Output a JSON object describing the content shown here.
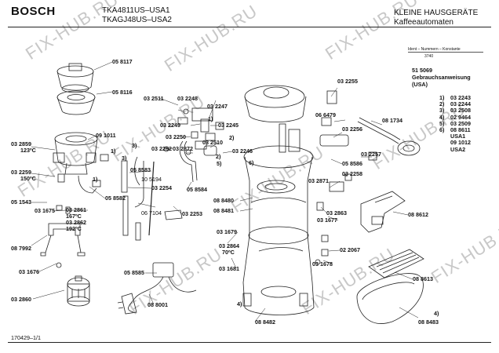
{
  "header": {
    "brand": "BOSCH",
    "model_1": "TKA4811US–USA1",
    "model_2": "TKAGJ48US–USA2",
    "category": "KLEINE HAUSGERÄTE",
    "subcategory": "Kaffeeautomaten",
    "ident_label": "Ident – Nummern – Konstante",
    "ident_value": "3740"
  },
  "manual": {
    "part_no": "51 5069",
    "title": "Gebrauchsanweisung",
    "region": "(USA)"
  },
  "variant_list": [
    {
      "ref": "1)",
      "code": "03 2243"
    },
    {
      "ref": "2)",
      "code": "03 2244"
    },
    {
      "ref": "3)",
      "code": "03 2508"
    },
    {
      "ref": "4)",
      "code": "02 9464"
    },
    {
      "ref": "5)",
      "code": "03 2509"
    },
    {
      "ref": "6)",
      "code": "08 8611"
    },
    {
      "ref": "",
      "code": "USA1"
    },
    {
      "ref": "",
      "code": "09 1012"
    },
    {
      "ref": "",
      "code": "USA2"
    }
  ],
  "parts": {
    "p058117": "05 8117",
    "p058116": "05 8116",
    "p091011": "09 1011",
    "p032859": "03 2859",
    "temp_123": "123ºC",
    "p032259": "03 2259",
    "temp_150": "150ºC",
    "p051543": "05 1543",
    "p031675": "03 1675",
    "p032861": "03 2861",
    "temp_167": "167ºC",
    "p032862": "03 2862",
    "temp_192": "192ºC",
    "p087992": "08 7992",
    "p031676": "03 1676",
    "p032860": "03 2860",
    "p058582": "05 8582",
    "p032511": "03 2511",
    "p032248": "03 2248",
    "p032247": "03 2247",
    "p032249": "03 2249",
    "p032245": "03 2245",
    "p032250": "03 2250",
    "p032252": "03 2252",
    "p032872": "03 2872",
    "p032510": "03 2510",
    "p032246": "03 2246",
    "p058583": "05 8583",
    "p105194": "10 5194",
    "p032254": "03 2254",
    "p058584": "05 8584",
    "p067104": "06 7104",
    "p032253": "03 2253",
    "p058585": "05 8585",
    "p088001": "08 8001",
    "p032255": "03 2255",
    "p066479": "06 6479",
    "p032256": "03 2256",
    "p081734": "08 1734",
    "p058586": "05 8586",
    "p032257": "03 2257",
    "p032258": "03 2258",
    "p032871": "03 2871",
    "p088480": "08 8480",
    "p088481": "08 8481",
    "p032863": "03 2863",
    "p031677": "03 1677",
    "p088612": "08 8612",
    "p031679": "03 1679",
    "p032864": "03 2864",
    "temp_70": "70ºC",
    "p031681": "03 1681",
    "p022067": "02 2067",
    "p031678": "03 1678",
    "p088613": "08 8613",
    "p088482": "08 8482",
    "p088483": "08 8483"
  },
  "refs": {
    "r1a": "1)",
    "r1b": "1)",
    "r1c": "1)",
    "r2a": "2)",
    "r2b": "2)",
    "r3a": "3)",
    "r3b": "3)",
    "r4a": "4)",
    "r4b": "4)",
    "r5a": "5)",
    "r6a": "6)"
  },
  "footer": {
    "doc_id": "170429–1/1"
  },
  "watermark": {
    "text": "FIX-HUB.RU"
  }
}
